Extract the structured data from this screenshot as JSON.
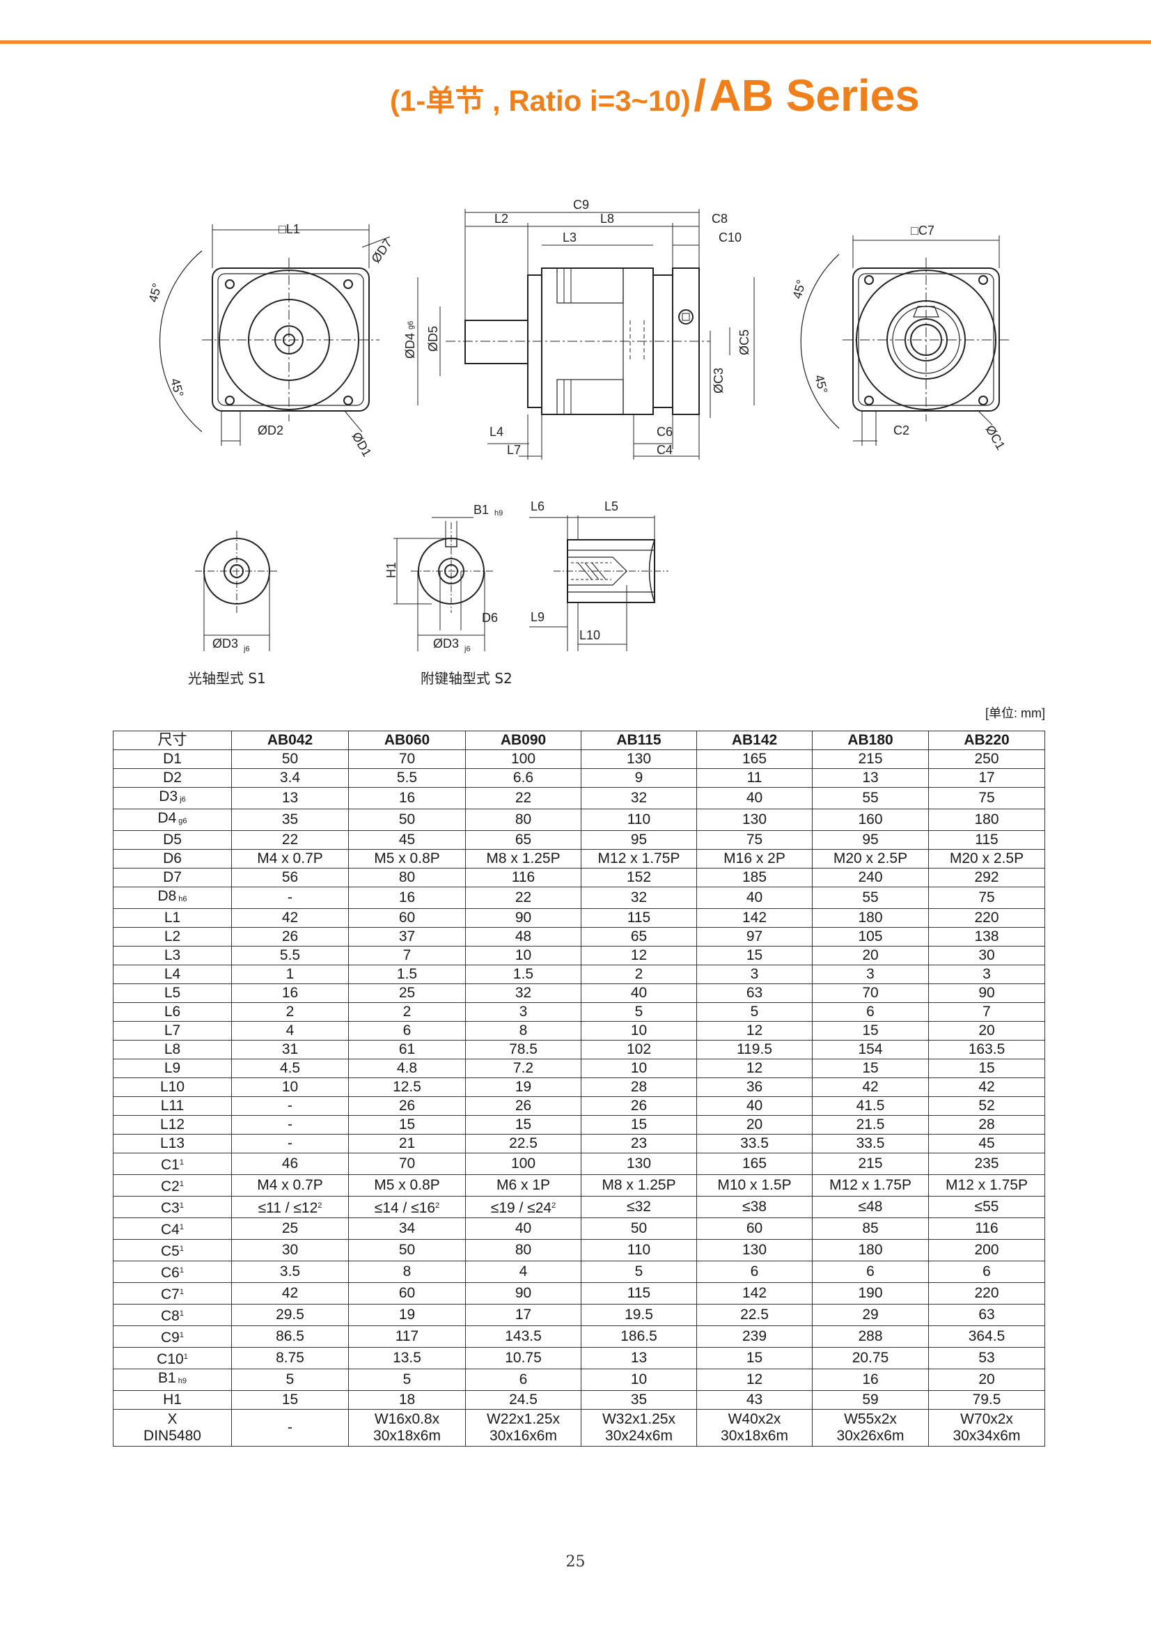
{
  "header": {
    "title_part1": "(1-单节 , Ratio i=3~10)",
    "title_sep": "/",
    "title_part2": "AB Series"
  },
  "drawing_labels": {
    "front": {
      "L1": "□L1",
      "D7": "ØD7",
      "a1": "45°",
      "a2": "45°",
      "D2": "ØD2",
      "D1": "ØD1"
    },
    "side": {
      "C9": "C9",
      "L2": "L2",
      "L8": "L8",
      "C8": "C8",
      "L3": "L3",
      "C10": "C10",
      "D4": "ØD4",
      "D4_sub": "g6",
      "D5": "ØD5",
      "C5": "ØC5",
      "C3": "ØC3",
      "L4": "L4",
      "L7": "L7",
      "C6": "C6",
      "C4": "C4"
    },
    "rear": {
      "C7": "□C7",
      "a1": "45°",
      "a2": "45°",
      "C2": "C2",
      "C1": "ØC1"
    },
    "shaft_s1": {
      "D3": "ØD3",
      "D3_sub": "j6"
    },
    "shaft_s2": {
      "B1": "B1",
      "B1_sub": "h9",
      "H1": "H1",
      "D6": "D6",
      "D3": "ØD3",
      "D3_sub": "j6"
    },
    "shaft_side": {
      "L6": "L6",
      "L5": "L5",
      "L9": "L9",
      "L10": "L10"
    }
  },
  "captions": {
    "s1": "光轴型式 S1",
    "s2": "附键轴型式 S2"
  },
  "unit": "[单位: mm]",
  "table": {
    "header_label": "尺寸",
    "columns": [
      "AB042",
      "AB060",
      "AB090",
      "AB115",
      "AB142",
      "AB180",
      "AB220"
    ],
    "rows": [
      {
        "label": "D1",
        "values": [
          "50",
          "70",
          "100",
          "130",
          "165",
          "215",
          "250"
        ]
      },
      {
        "label": "D2",
        "values": [
          "3.4",
          "5.5",
          "6.6",
          "9",
          "11",
          "13",
          "17"
        ]
      },
      {
        "label": "D3",
        "sub": "j6",
        "values": [
          "13",
          "16",
          "22",
          "32",
          "40",
          "55",
          "75"
        ]
      },
      {
        "label": "D4",
        "sub": "g6",
        "values": [
          "35",
          "50",
          "80",
          "110",
          "130",
          "160",
          "180"
        ]
      },
      {
        "label": "D5",
        "values": [
          "22",
          "45",
          "65",
          "95",
          "75",
          "95",
          "115"
        ]
      },
      {
        "label": "D6",
        "values": [
          "M4 x 0.7P",
          "M5 x 0.8P",
          "M8 x 1.25P",
          "M12 x 1.75P",
          "M16 x 2P",
          "M20 x 2.5P",
          "M20 x 2.5P"
        ]
      },
      {
        "label": "D7",
        "values": [
          "56",
          "80",
          "116",
          "152",
          "185",
          "240",
          "292"
        ]
      },
      {
        "label": "D8",
        "sub": "h6",
        "values": [
          "-",
          "16",
          "22",
          "32",
          "40",
          "55",
          "75"
        ]
      },
      {
        "label": "L1",
        "values": [
          "42",
          "60",
          "90",
          "115",
          "142",
          "180",
          "220"
        ]
      },
      {
        "label": "L2",
        "values": [
          "26",
          "37",
          "48",
          "65",
          "97",
          "105",
          "138"
        ]
      },
      {
        "label": "L3",
        "values": [
          "5.5",
          "7",
          "10",
          "12",
          "15",
          "20",
          "30"
        ]
      },
      {
        "label": "L4",
        "values": [
          "1",
          "1.5",
          "1.5",
          "2",
          "3",
          "3",
          "3"
        ]
      },
      {
        "label": "L5",
        "values": [
          "16",
          "25",
          "32",
          "40",
          "63",
          "70",
          "90"
        ]
      },
      {
        "label": "L6",
        "values": [
          "2",
          "2",
          "3",
          "5",
          "5",
          "6",
          "7"
        ]
      },
      {
        "label": "L7",
        "values": [
          "4",
          "6",
          "8",
          "10",
          "12",
          "15",
          "20"
        ]
      },
      {
        "label": "L8",
        "values": [
          "31",
          "61",
          "78.5",
          "102",
          "119.5",
          "154",
          "163.5"
        ]
      },
      {
        "label": "L9",
        "values": [
          "4.5",
          "4.8",
          "7.2",
          "10",
          "12",
          "15",
          "15"
        ]
      },
      {
        "label": "L10",
        "values": [
          "10",
          "12.5",
          "19",
          "28",
          "36",
          "42",
          "42"
        ]
      },
      {
        "label": "L11",
        "values": [
          "-",
          "26",
          "26",
          "26",
          "40",
          "41.5",
          "52"
        ]
      },
      {
        "label": "L12",
        "values": [
          "-",
          "15",
          "15",
          "15",
          "20",
          "21.5",
          "28"
        ]
      },
      {
        "label": "L13",
        "values": [
          "-",
          "21",
          "22.5",
          "23",
          "33.5",
          "33.5",
          "45"
        ]
      },
      {
        "label": "C1",
        "sup": "1",
        "values": [
          "46",
          "70",
          "100",
          "130",
          "165",
          "215",
          "235"
        ]
      },
      {
        "label": "C2",
        "sup": "1",
        "values": [
          "M4 x 0.7P",
          "M5 x 0.8P",
          "M6 x 1P",
          "M8 x 1.25P",
          "M10 x 1.5P",
          "M12 x 1.75P",
          "M12 x 1.75P"
        ]
      },
      {
        "label": "C3",
        "sup": "1",
        "values": [
          "≤11 / ≤12",
          "≤14 / ≤16",
          "≤19 / ≤24",
          "≤32",
          "≤38",
          "≤48",
          "≤55"
        ],
        "value_sups": [
          "2",
          "2",
          "2",
          "",
          "",
          "",
          ""
        ]
      },
      {
        "label": "C4",
        "sup": "1",
        "values": [
          "25",
          "34",
          "40",
          "50",
          "60",
          "85",
          "116"
        ]
      },
      {
        "label": "C5",
        "sup": "1",
        "values": [
          "30",
          "50",
          "80",
          "110",
          "130",
          "180",
          "200"
        ]
      },
      {
        "label": "C6",
        "sup": "1",
        "values": [
          "3.5",
          "8",
          "4",
          "5",
          "6",
          "6",
          "6"
        ]
      },
      {
        "label": "C7",
        "sup": "1",
        "values": [
          "42",
          "60",
          "90",
          "115",
          "142",
          "190",
          "220"
        ]
      },
      {
        "label": "C8",
        "sup": "1",
        "values": [
          "29.5",
          "19",
          "17",
          "19.5",
          "22.5",
          "29",
          "63"
        ]
      },
      {
        "label": "C9",
        "sup": "1",
        "values": [
          "86.5",
          "117",
          "143.5",
          "186.5",
          "239",
          "288",
          "364.5"
        ]
      },
      {
        "label": "C10",
        "sup": "1",
        "values": [
          "8.75",
          "13.5",
          "10.75",
          "13",
          "15",
          "20.75",
          "53"
        ]
      },
      {
        "label": "B1",
        "sub": "h9",
        "values": [
          "5",
          "5",
          "6",
          "10",
          "12",
          "16",
          "20"
        ]
      },
      {
        "label": "H1",
        "values": [
          "15",
          "18",
          "24.5",
          "35",
          "43",
          "59",
          "79.5"
        ]
      }
    ],
    "last_row": {
      "label_line1": "X",
      "label_line2": "DIN5480",
      "values": [
        [
          "-",
          ""
        ],
        [
          "W16x0.8x",
          "30x18x6m"
        ],
        [
          "W22x1.25x",
          "30x16x6m"
        ],
        [
          "W32x1.25x",
          "30x24x6m"
        ],
        [
          "W40x2x",
          "30x18x6m"
        ],
        [
          "W55x2x",
          "30x26x6m"
        ],
        [
          "W70x2x",
          "30x34x6m"
        ]
      ]
    }
  },
  "page_number": "25",
  "colors": {
    "accent": "#ef7f1a",
    "rule": "#ef8a2d",
    "line": "#222222"
  }
}
